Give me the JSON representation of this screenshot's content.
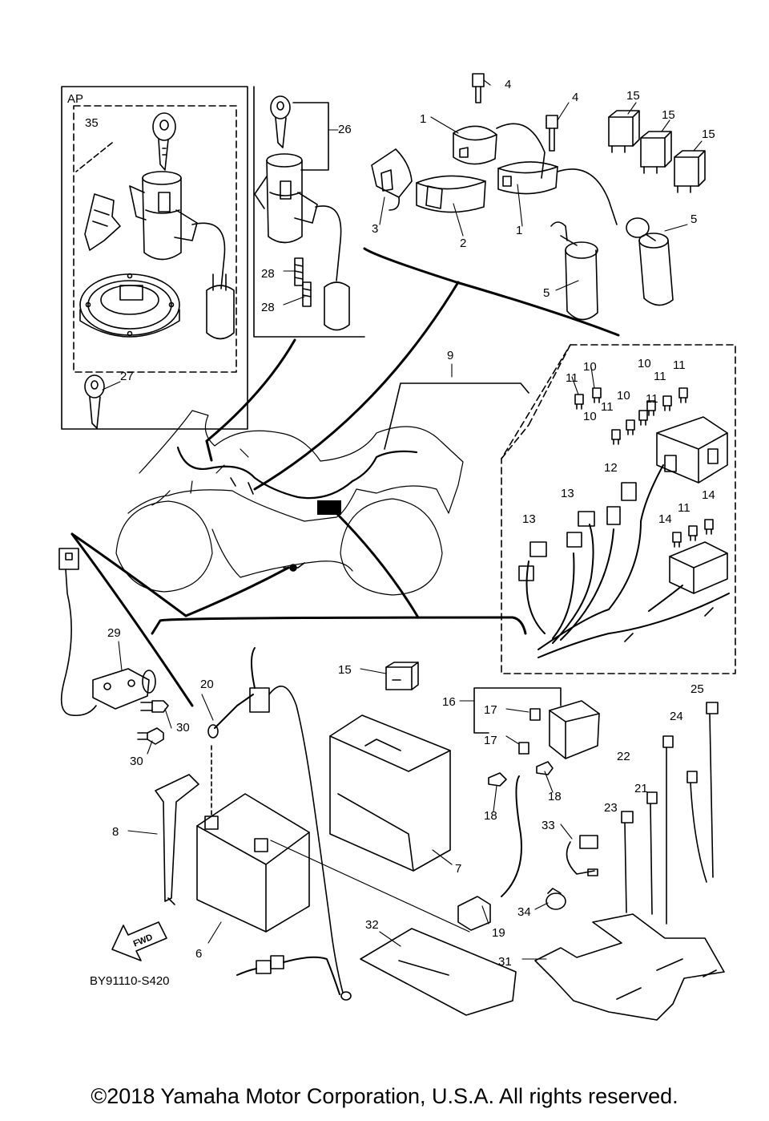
{
  "diagram": {
    "section_label": "AP",
    "drawing_code": "BY91110-S420",
    "fwd_label": "FWD",
    "callouts": [
      "1",
      "1",
      "2",
      "3",
      "4",
      "4",
      "5",
      "5",
      "6",
      "7",
      "8",
      "9",
      "10",
      "10",
      "10",
      "10",
      "11",
      "11",
      "11",
      "11",
      "11",
      "11",
      "12",
      "13",
      "13",
      "14",
      "14",
      "15",
      "15",
      "15",
      "15",
      "16",
      "17",
      "17",
      "18",
      "18",
      "19",
      "20",
      "21",
      "22",
      "23",
      "24",
      "25",
      "26",
      "27",
      "28",
      "28",
      "29",
      "30",
      "30",
      "31",
      "32",
      "33",
      "34",
      "35"
    ]
  },
  "footer": {
    "copyright": "©2018 Yamaha Motor Corporation, U.S.A. All rights reserved."
  }
}
